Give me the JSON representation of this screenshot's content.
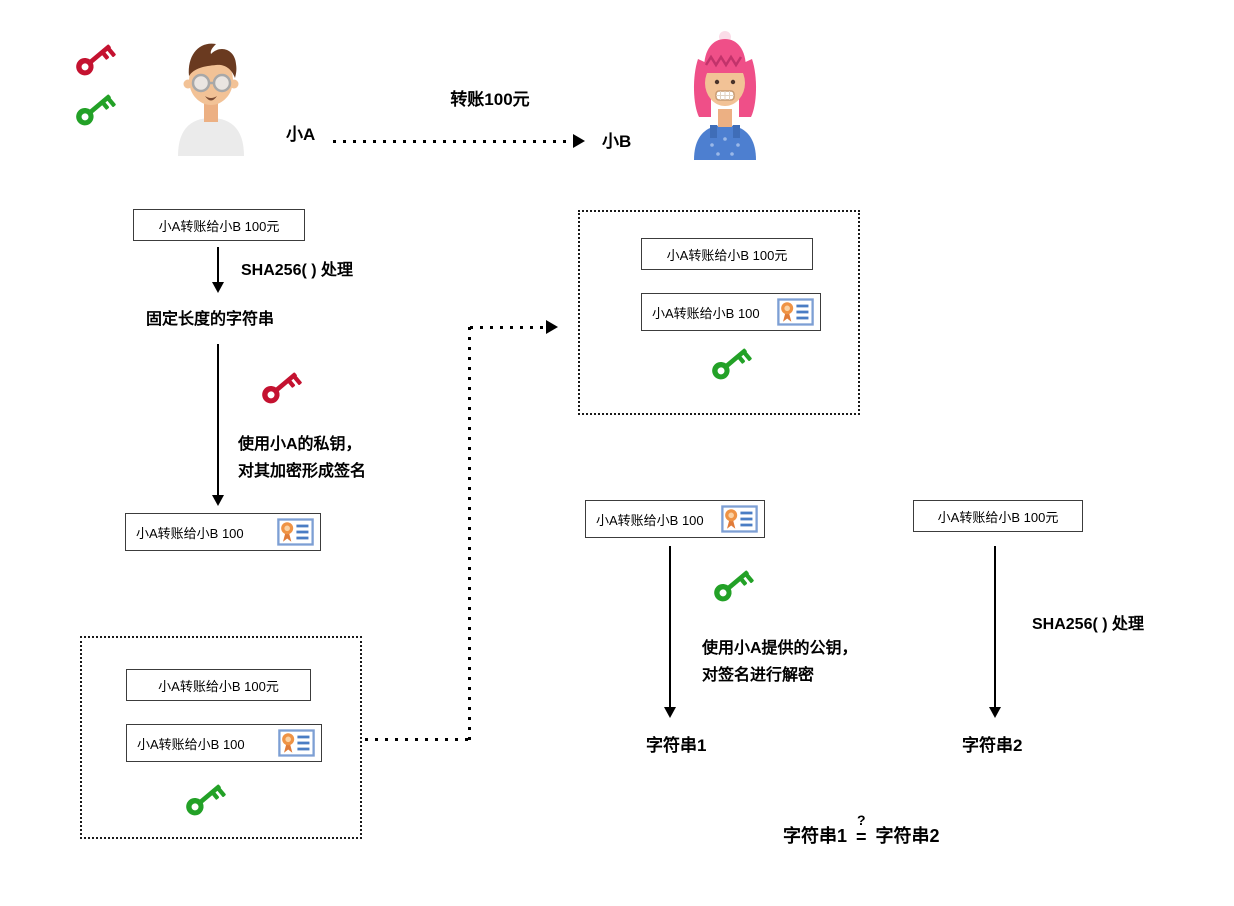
{
  "colors": {
    "private_key": "#c41230",
    "public_key": "#23a127",
    "badge_border": "#7d9fd4",
    "badge_lines": "#4a7dc4",
    "badge_medal": "#ef9345",
    "line": "#000000"
  },
  "actors": {
    "a_label": "小A",
    "b_label": "小B",
    "transfer_label": "转账100元"
  },
  "sign_flow": {
    "tx_box": "小A转账给小B 100元",
    "sha_label": "SHA256( ) 处理",
    "hash_text": "固定长度的字符串",
    "caption_line1": "使用小A的私钥，",
    "caption_line2": "对其加密形成签名",
    "signed_box": "小A转账给小B 100"
  },
  "package_sent": {
    "tx_box": "小A转账给小B 100元",
    "signed_box": "小A转账给小B 100"
  },
  "package_received": {
    "tx_box": "小A转账给小B 100元",
    "signed_box": "小A转账给小B 100"
  },
  "verify_flow": {
    "signed_box": "小A转账给小B 100",
    "caption_line1": "使用小A提供的公钥，",
    "caption_line2": "对签名进行解密",
    "result": "字符串1"
  },
  "hash_flow": {
    "tx_box": "小A转账给小B 100元",
    "sha_label": "SHA256( ) 处理",
    "result": "字符串2"
  },
  "comparison": {
    "left": "字符串1",
    "question_mark": "?",
    "equals_sign": "=",
    "right": "字符串2"
  }
}
